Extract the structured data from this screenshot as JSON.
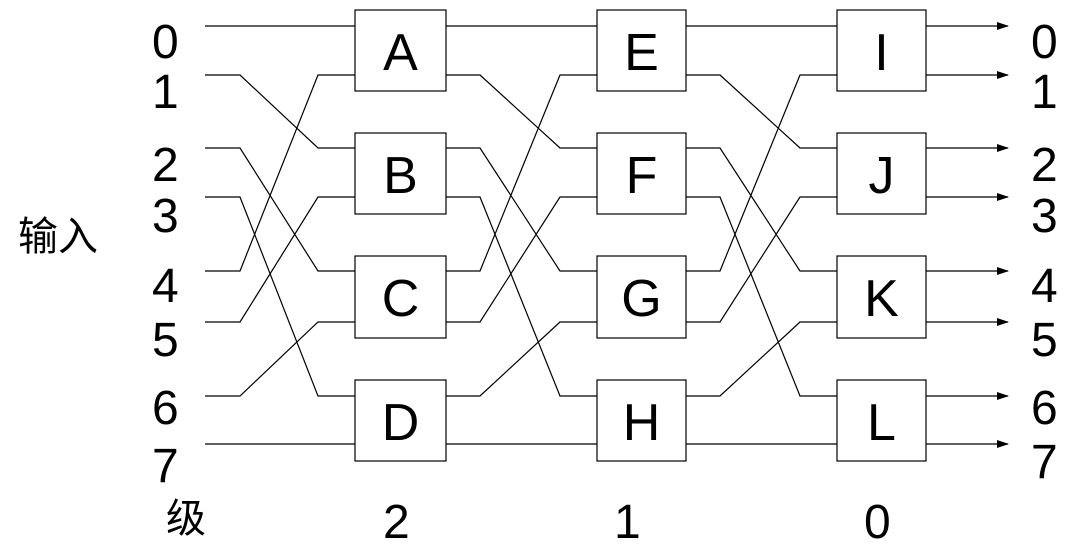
{
  "diagram": {
    "input_label": "输入",
    "stage_label": "级",
    "inputs": [
      "0",
      "1",
      "2",
      "3",
      "4",
      "5",
      "6",
      "7"
    ],
    "outputs": [
      "0",
      "1",
      "2",
      "3",
      "4",
      "5",
      "6",
      "7"
    ],
    "stages": [
      {
        "number": "2",
        "switches": [
          "A",
          "B",
          "C",
          "D"
        ]
      },
      {
        "number": "1",
        "switches": [
          "E",
          "F",
          "G",
          "H"
        ]
      },
      {
        "number": "0",
        "switches": [
          "I",
          "J",
          "K",
          "L"
        ]
      }
    ],
    "links_input_to_stage2": [
      [
        0,
        "A",
        "top"
      ],
      [
        1,
        "B",
        "top"
      ],
      [
        2,
        "C",
        "top"
      ],
      [
        3,
        "D",
        "top"
      ],
      [
        4,
        "A",
        "bottom"
      ],
      [
        5,
        "B",
        "bottom"
      ],
      [
        6,
        "C",
        "bottom"
      ],
      [
        7,
        "D",
        "bottom"
      ]
    ],
    "links_stage2_to_stage1": [
      [
        "A",
        "top",
        "E",
        "top"
      ],
      [
        "A",
        "bottom",
        "F",
        "top"
      ],
      [
        "B",
        "top",
        "G",
        "top"
      ],
      [
        "B",
        "bottom",
        "H",
        "top"
      ],
      [
        "C",
        "top",
        "E",
        "bottom"
      ],
      [
        "C",
        "bottom",
        "F",
        "bottom"
      ],
      [
        "D",
        "top",
        "G",
        "bottom"
      ],
      [
        "D",
        "bottom",
        "H",
        "bottom"
      ]
    ],
    "links_stage1_to_stage0": [
      [
        "E",
        "top",
        "I",
        "top"
      ],
      [
        "E",
        "bottom",
        "J",
        "top"
      ],
      [
        "F",
        "top",
        "K",
        "top"
      ],
      [
        "F",
        "bottom",
        "L",
        "top"
      ],
      [
        "G",
        "top",
        "I",
        "bottom"
      ],
      [
        "G",
        "bottom",
        "J",
        "bottom"
      ],
      [
        "H",
        "top",
        "K",
        "bottom"
      ],
      [
        "H",
        "bottom",
        "L",
        "bottom"
      ]
    ]
  }
}
